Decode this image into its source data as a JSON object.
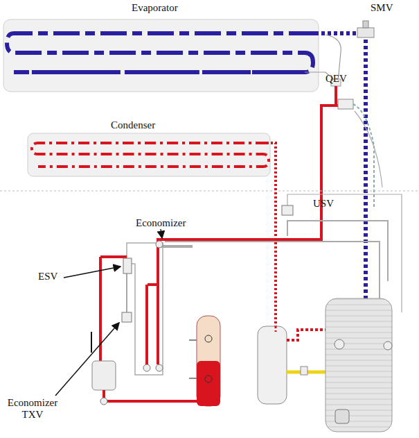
{
  "diagram": {
    "labels": [
      "Evaporator",
      "SMV",
      "QEV",
      "Condenser",
      "USV",
      "Economizer",
      "ESV",
      "Economizer TXV"
    ]
  }
}
